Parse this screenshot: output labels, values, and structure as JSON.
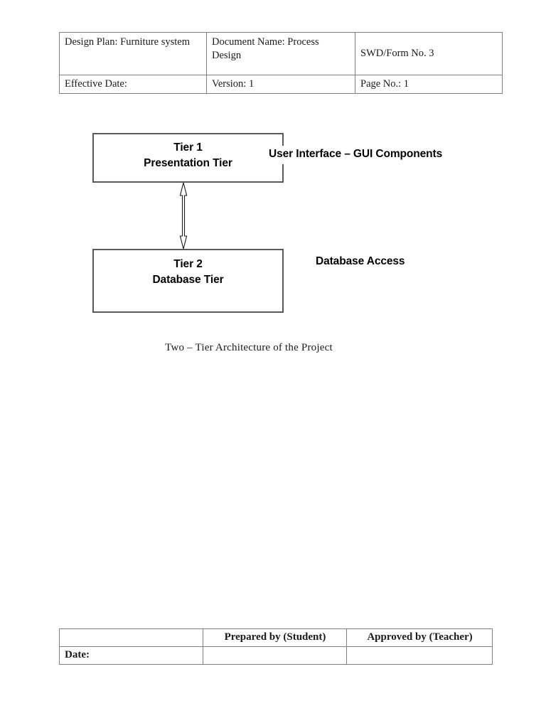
{
  "header_table": {
    "rows": [
      [
        "Design Plan: Furniture system",
        "Document Name: Process Design",
        "SWD/Form No. 3"
      ],
      [
        "Effective Date:",
        "Version: 1",
        "Page No.: 1"
      ]
    ]
  },
  "diagram": {
    "caption": "Two – Tier Architecture of the Project",
    "tier1": {
      "line1": "Tier 1",
      "line2": "Presentation Tier",
      "side_label": "User Interface – GUI Components"
    },
    "tier2": {
      "line1": "Tier 2",
      "line2": "Database Tier",
      "side_label": "Database Access"
    },
    "connector": "double-headed-vertical-arrow"
  },
  "footer_table": {
    "rows": [
      [
        "",
        "Prepared by (Student)",
        "Approved by (Teacher)"
      ],
      [
        "Date:",
        "",
        ""
      ]
    ]
  },
  "colors": {
    "page_background": "#ffffff",
    "text": "#000000",
    "table_border": "#808080",
    "box_border": "#595959"
  }
}
